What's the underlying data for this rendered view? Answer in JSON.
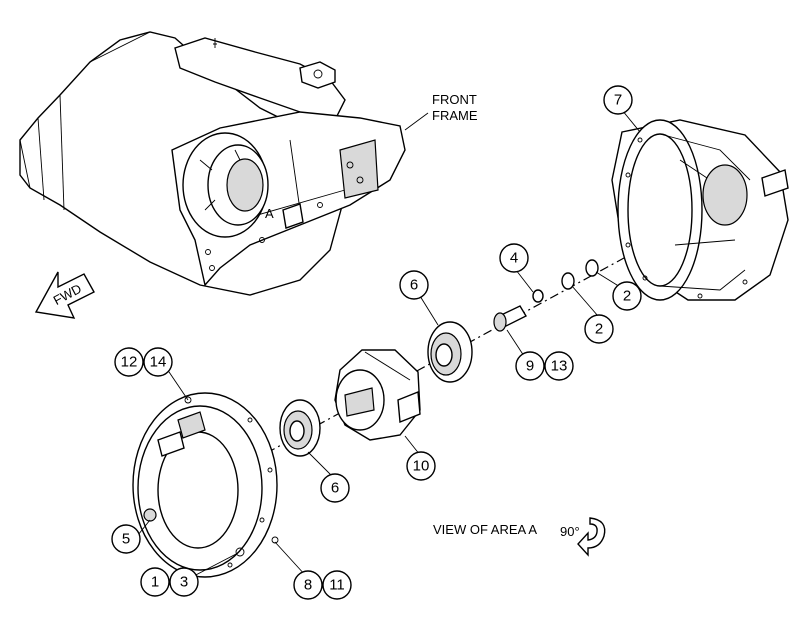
{
  "labels": {
    "front_frame_line1": "FRONT",
    "front_frame_line2": "FRAME",
    "area_letter": "A",
    "fwd": "FWD",
    "view_of_area": "VIEW OF AREA A",
    "rotation": "90°"
  },
  "callouts": [
    {
      "id": "c7",
      "text": "7"
    },
    {
      "id": "c4",
      "text": "4"
    },
    {
      "id": "c2a",
      "text": "2"
    },
    {
      "id": "c2b",
      "text": "2"
    },
    {
      "id": "c6a",
      "text": "6"
    },
    {
      "id": "c9",
      "text": "9"
    },
    {
      "id": "c13",
      "text": "13"
    },
    {
      "id": "c12",
      "text": "12"
    },
    {
      "id": "c14",
      "text": "14"
    },
    {
      "id": "c10",
      "text": "10"
    },
    {
      "id": "c6b",
      "text": "6"
    },
    {
      "id": "c5",
      "text": "5"
    },
    {
      "id": "c1",
      "text": "1"
    },
    {
      "id": "c3",
      "text": "3"
    },
    {
      "id": "c8",
      "text": "8"
    },
    {
      "id": "c11",
      "text": "11"
    }
  ]
}
